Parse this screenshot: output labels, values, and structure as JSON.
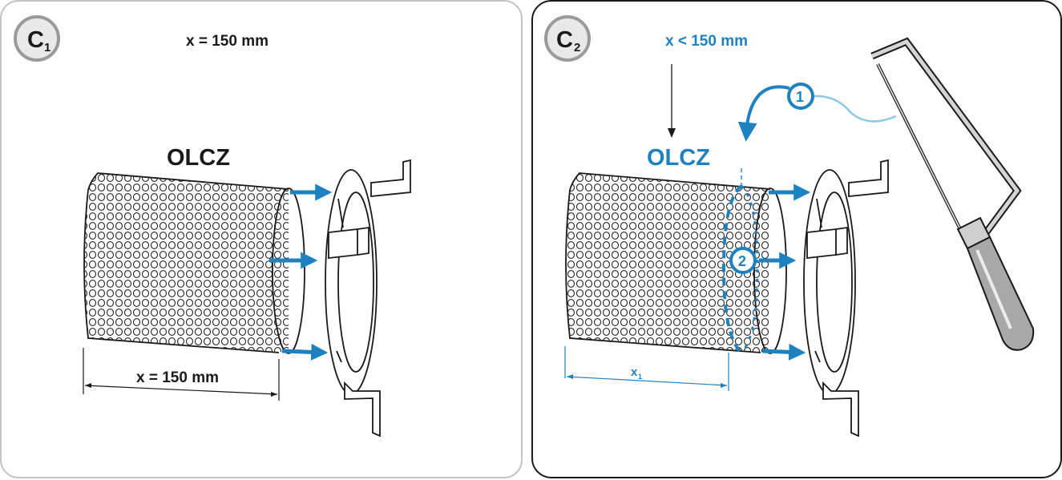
{
  "colors": {
    "accent": "#1f82c0",
    "light_accent": "#8cc8ea",
    "panel1_border": "#c4c4c4",
    "panel2_border": "#1a1a1a",
    "badge_fill": "#e9e9e9",
    "badge_ring": "#9a9a9a"
  },
  "panel1": {
    "badge_letter": "C",
    "badge_sub": "1",
    "header": "x = 150 mm",
    "model_label": "OLCZ",
    "dimension_label": "x = 150 mm",
    "icons": [
      "perforated-cylinder",
      "mounting-flange",
      "flow-arrow"
    ]
  },
  "panel2": {
    "badge_letter": "C",
    "badge_sub": "2",
    "header": "x < 150 mm",
    "model_label": "OLCZ",
    "dimension_letter": "x",
    "dimension_sub": "1",
    "step1": "1",
    "step2": "2",
    "icons": [
      "perforated-cylinder",
      "mounting-flange",
      "hacksaw",
      "cut-line",
      "flow-arrow"
    ]
  }
}
